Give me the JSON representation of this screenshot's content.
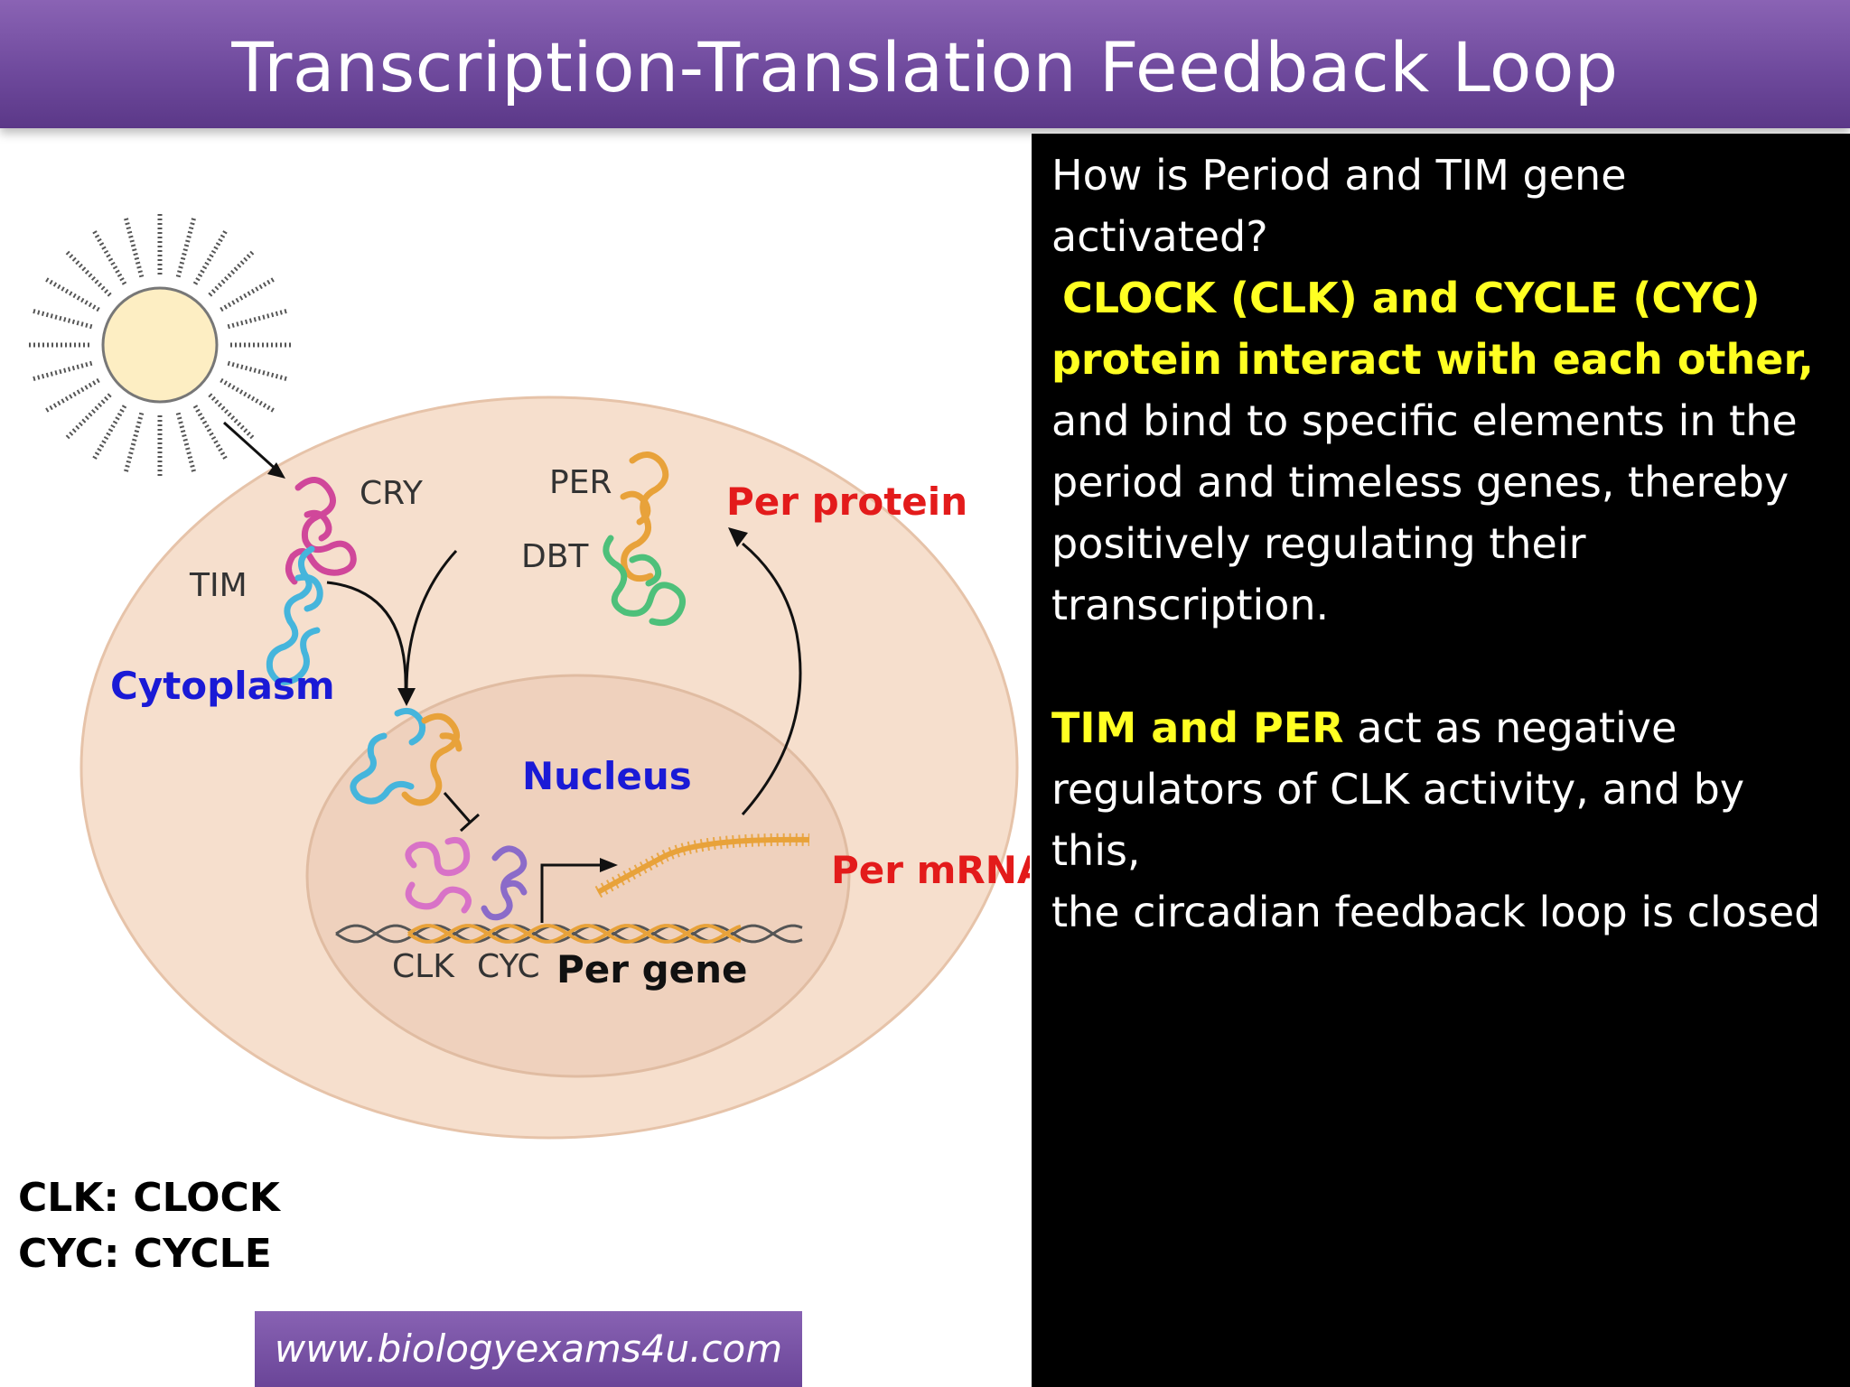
{
  "slide": {
    "title": "Transcription-Translation Feedback Loop",
    "footer_url": "www.biologyexams4u.com"
  },
  "diagram": {
    "labels": {
      "cry": "CRY",
      "tim": "TIM",
      "per": "PER",
      "dbt": "DBT",
      "cytoplasm": "Cytoplasm",
      "nucleus": "Nucleus",
      "per_protein": "Per protein",
      "per_mrna": "Per mRNA",
      "clk": "CLK",
      "cyc": "CYC",
      "per_gene": "Per gene"
    },
    "colors": {
      "cell": "#f6dfcd",
      "nucleus": "#efd1bd",
      "blue_label": "#1a1ad6",
      "red_label": "#e31b1b",
      "cry_protein": "#d0479a",
      "tim_protein": "#45b5dc",
      "per_protein": "#e8a23a",
      "dbt_protein": "#4ec07a",
      "clk_protein": "#d872c7",
      "cyc_protein": "#8b6bc9"
    }
  },
  "legend": {
    "line1": "CLK: CLOCK",
    "line2": "CYC: CYCLE"
  },
  "panel": {
    "q_line1": "How is Period and TIM gene",
    "q_line2": "activated?",
    "hl_line1": "CLOCK (CLK) and CYCLE (CYC)",
    "hl_line2": "protein interact with each other,",
    "body_line1": "and bind to specific elements in the",
    "body_line2": "period and timeless genes, thereby",
    "body_line3": "positively regulating their",
    "body_line4": "transcription.",
    "hl2": "TIM and PER",
    "body2_line1": " act as negative",
    "body2_line2": "regulators of CLK activity, and by this,",
    "body2_line3": "the circadian feedback loop is closed"
  }
}
